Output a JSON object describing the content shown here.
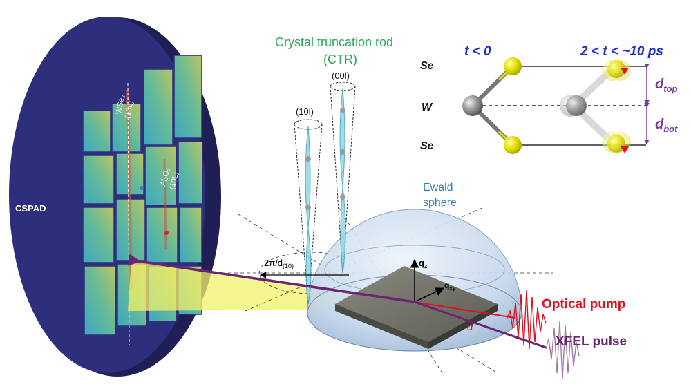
{
  "detector": {
    "label": "CSPAD",
    "peak_wse2_line1": "WSe₂",
    "peak_wse2_line2": "(10L)",
    "peak_al2o3_line1": "Al₂O₃",
    "peak_al2o3_line2": "(10L)"
  },
  "ctr": {
    "title_line1": "Crystal truncation rod",
    "title_line2": "(CTR)",
    "rod1": "(10l)",
    "rod2": "(00l)"
  },
  "ewald": {
    "line1": "Ewald",
    "line2": "sphere"
  },
  "vectors": {
    "reciprocal_spacing": "2π/d",
    "reciprocal_subscript": "(10)",
    "qz": "q",
    "qz_sub": "z",
    "qxy": "q",
    "qxy_sub": "xy",
    "alpha": "α"
  },
  "beams": {
    "optical": "Optical pump",
    "xfel": "XFEL pulse"
  },
  "structure": {
    "time_before": "t < 0",
    "time_after": "2 < t < ~10 ps",
    "atom_se_top": "Se",
    "atom_w": "W",
    "atom_se_bottom": "Se",
    "d_top": "d",
    "d_top_sub": "top",
    "d_bot": "d",
    "d_bot_sub": "bot"
  },
  "colors": {
    "detector_face": "#2e2f7c",
    "detector_side": "#1f1f55",
    "ctr_green": "#2ca65a",
    "ewald_blue": "#2f7fbf",
    "time_blue": "#1a2fcf",
    "dim_purple": "#7a3aa0",
    "optical_red": "#e0101c",
    "xfel_purple": "#6b2373",
    "se_yellow": "#e3e000",
    "w_gray": "#8a8a8a"
  }
}
